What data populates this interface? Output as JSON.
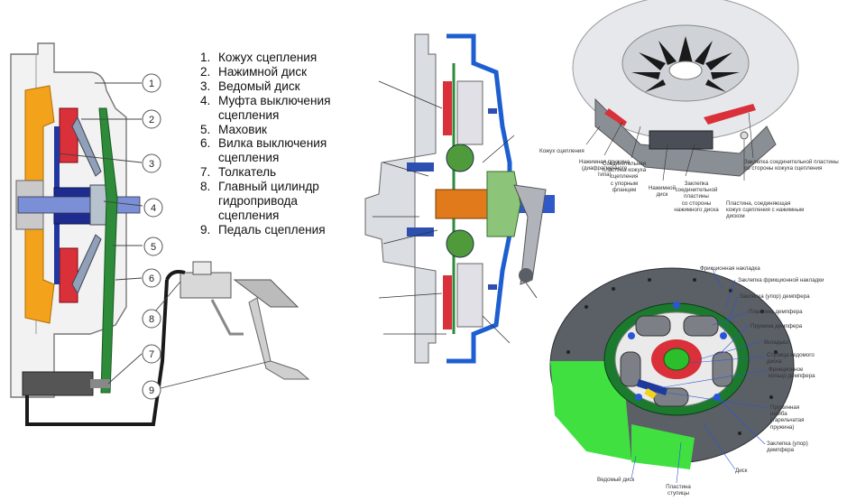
{
  "legend": [
    {
      "num": "1.",
      "text": "Кожух сцепления"
    },
    {
      "num": "2.",
      "text": "Нажимной диск"
    },
    {
      "num": "3.",
      "text": "Ведомый диск"
    },
    {
      "num": "4.",
      "text": "Муфта выключения\nсцепления"
    },
    {
      "num": "5.",
      "text": "Маховик"
    },
    {
      "num": "6.",
      "text": "Вилка выключения\nсцепления"
    },
    {
      "num": "7.",
      "text": "Толкатель"
    },
    {
      "num": "8.",
      "text": "Главный цилиндр\nгидропривода\nсцепления"
    },
    {
      "num": "9.",
      "text": "Педаль сцепления"
    }
  ],
  "callouts": [
    "1",
    "2",
    "3",
    "4",
    "5",
    "6",
    "7",
    "8",
    "9"
  ],
  "pressure_plate_labels": {
    "housing": "Кожух сцепления",
    "spring": "Нажимная пружина\n(диафрагменного\nтипа)",
    "plate_housing": "Соединительная\nпластина кожуха\nсцепления\nс упорным\nфланцем",
    "pressure_disc": "Нажимной\nдиск",
    "rivet_disc": "Заклепка\nсоединительной\nпластины\nсо стороны\nнажимного диска",
    "plate_connect": "Пластина, соединяющая\nкожух сцепления с нажимным\nдиском",
    "rivet_housing": "Заклепка соединительной пластины\nсо стороны кожуха сцепления"
  },
  "driven_disc_labels": {
    "lining": "Фрикционная накладка",
    "lining_rivet": "Заклепка фрикционной накладки",
    "damper_rivet": "Заклепка (упор) демпфера",
    "damper_plate": "Пластина демпфера",
    "damper_spring": "Пружина демпфера",
    "insert": "Вкладыш",
    "hub": "Ступица ведомого\nдиска",
    "friction_ring": "Фрикционное\nкольцо демпфера",
    "washer": "Пружинная\nшайба\n(тарельчатая\nпружина)",
    "damper_rivet2": "Заклепка (упор)\nдемпфера",
    "disc": "Диск",
    "driven_disc": "Ведомый диск",
    "hub_plate": "Пластина\nступицы"
  },
  "colors": {
    "accent_green": "#2e8b3a",
    "flywheel_orange": "#f2a21b",
    "friction_red": "#d9303a",
    "fluid_blue": "#1e3a9c",
    "cover_blue": "#1d5fd1",
    "disc_green": "#3fe03f"
  }
}
